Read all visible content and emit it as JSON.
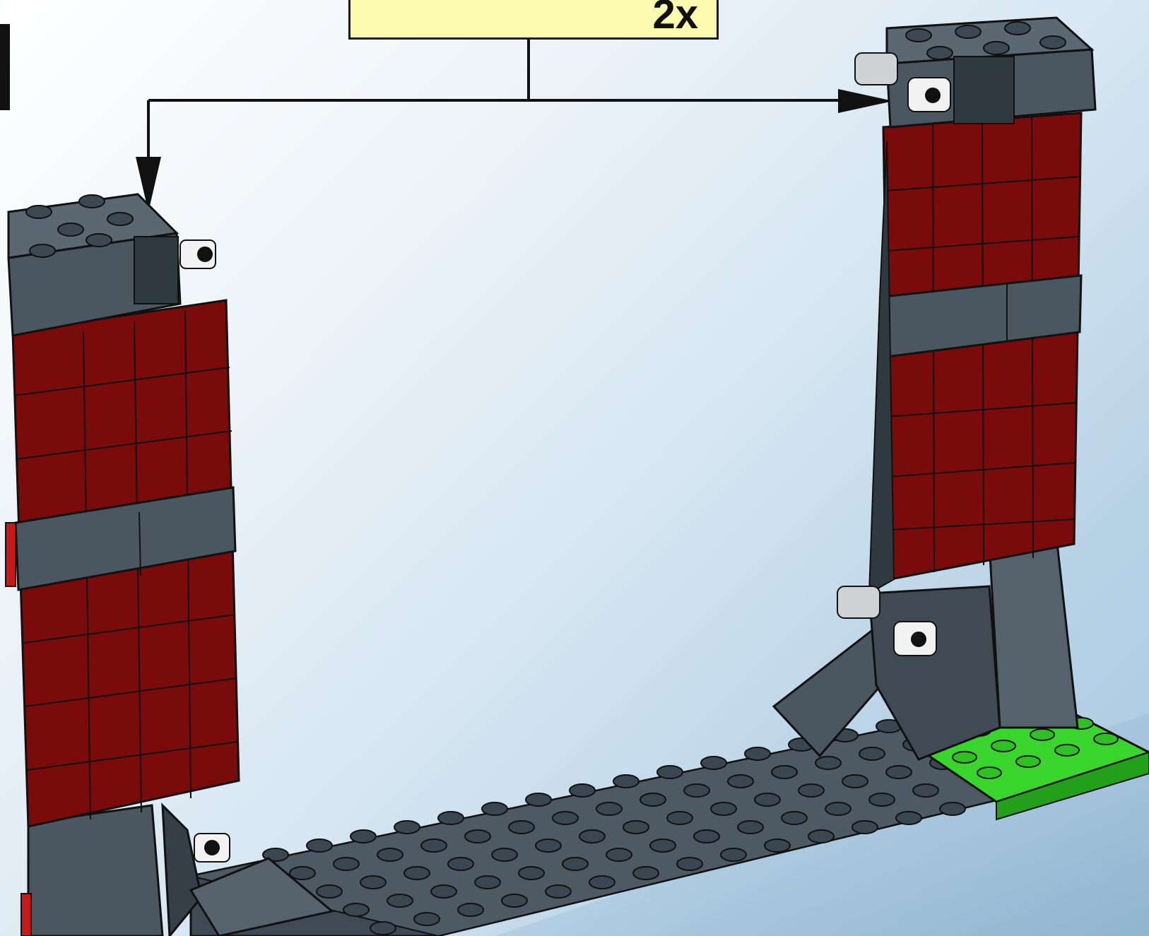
{
  "step": {
    "quantity_label": "2x"
  },
  "colors": {
    "background": "#e8f1f8",
    "callout_fill": "#fdfbb0",
    "dark_red": "#7a0b0b",
    "dark_grey": "#4a5660",
    "bright_green": "#39d42c"
  },
  "assembly": {
    "left_tower": {
      "color": "dark-red",
      "band_color": "dark-grey"
    },
    "right_tower": {
      "color": "dark-red",
      "band_color": "dark-grey"
    },
    "base_plate": {
      "color": "dark-grey"
    },
    "corner_plate": {
      "color": "bright-green"
    }
  }
}
